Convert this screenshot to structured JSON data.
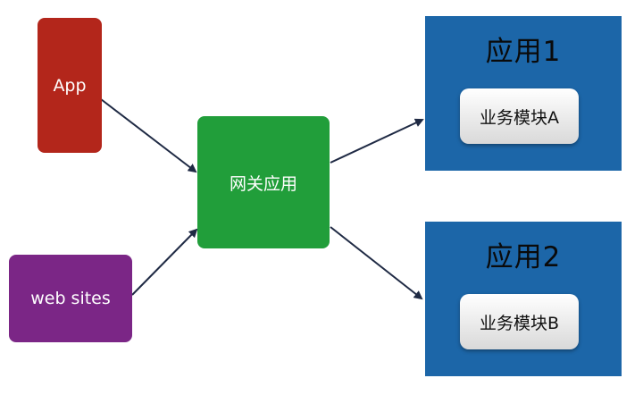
{
  "nodes": {
    "app": "App",
    "web_sites": "web sites",
    "gateway": "网关应用"
  },
  "services": [
    {
      "title": "应用1",
      "module": "业务模块A"
    },
    {
      "title": "应用2",
      "module": "业务模块B"
    }
  ],
  "colors": {
    "app": "#b3261b",
    "web_sites": "#7b2686",
    "gateway": "#219e3a",
    "service": "#1c66a8",
    "arrow": "#1f2a44"
  }
}
